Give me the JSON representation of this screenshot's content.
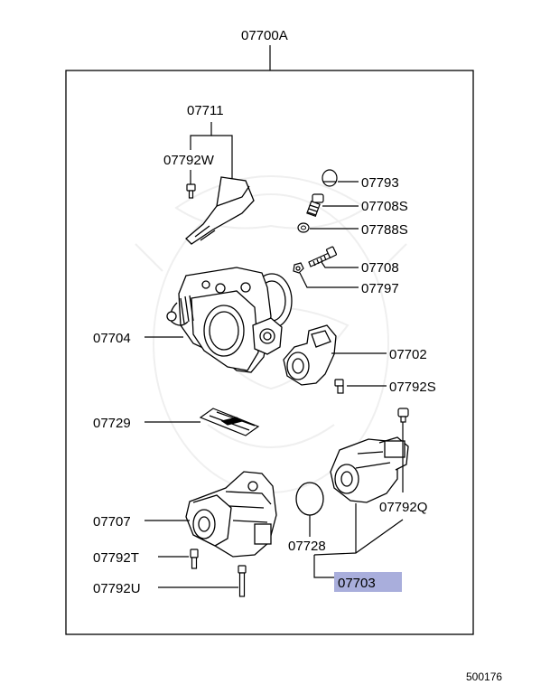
{
  "assembly": {
    "part_number": "07700A"
  },
  "parts": {
    "p07711": "07711",
    "p07792W": "07792W",
    "p07793": "07793",
    "p07708S": "07708S",
    "p07788S": "07788S",
    "p07708": "07708",
    "p07797": "07797",
    "p07704": "07704",
    "p07702": "07702",
    "p07792S": "07792S",
    "p07729": "07729",
    "p07707": "07707",
    "p07792Q": "07792Q",
    "p07728": "07728",
    "p07792T": "07792T",
    "p07792U": "07792U",
    "p07703": "07703"
  },
  "highlight": {
    "color": "#a9aedc",
    "part": "07703"
  },
  "diagram_id": "500176"
}
